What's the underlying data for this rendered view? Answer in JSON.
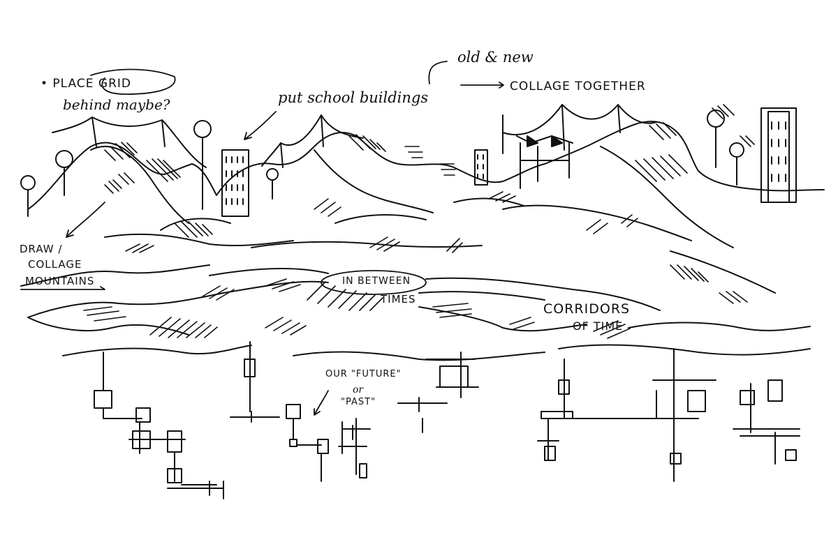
{
  "annotations": {
    "place_grid": "• PLACE GRID",
    "place_grid_2": "behind maybe?",
    "old_new": "old & new",
    "put_school": "put school buildings",
    "collage_together": "COLLAGE TOGETHER",
    "draw_1": "DRAW /",
    "draw_2": "COLLAGE",
    "draw_3": "MOUNTAINS",
    "in_between_1": "IN BETWEEN",
    "in_between_2": "TIMES",
    "corridors_1": "CORRIDORS",
    "corridors_2": "OF TIME",
    "future_1": "OUR \"FUTURE\"",
    "future_2": "or",
    "future_3": "\"PAST\""
  },
  "colors": {
    "ink": "#111111",
    "paper": "#ffffff"
  }
}
